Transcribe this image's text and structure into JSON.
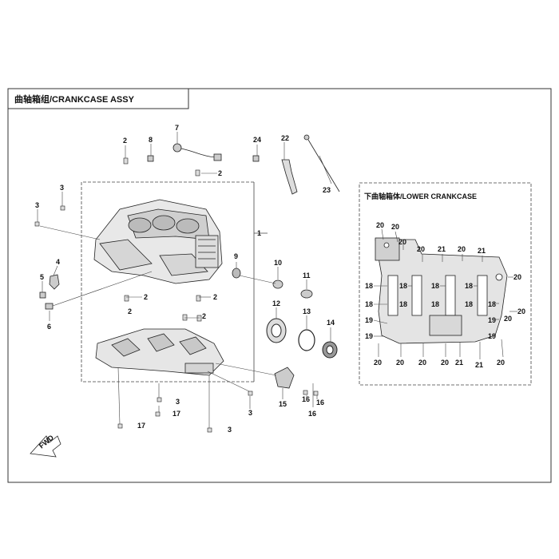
{
  "title": "曲轴箱组/CRANKCASE ASSY",
  "inset_title": "下曲轴箱体/LOWER CRANKCASE",
  "fwd_label": "FWD",
  "callouts": {
    "c1": "1",
    "c2a": "2",
    "c2b": "2",
    "c2c": "2",
    "c2d": "2",
    "c2e": "2",
    "c2f": "2",
    "c3a": "3",
    "c3b": "3",
    "c3c": "3",
    "c3d": "3",
    "c3e": "3",
    "c4": "4",
    "c5": "5",
    "c6": "6",
    "c7": "7",
    "c8": "8",
    "c9": "9",
    "c10": "10",
    "c11": "11",
    "c12": "12",
    "c13": "13",
    "c14": "14",
    "c15": "15",
    "c16a": "16",
    "c16b": "16",
    "c16c": "16",
    "c17a": "17",
    "c17b": "17",
    "c22": "22",
    "c23": "23",
    "c24": "24"
  },
  "inset_callouts": {
    "i20a": "20",
    "i20b": "20",
    "i20c": "20",
    "i20d": "20",
    "i20e": "20",
    "i20f": "20",
    "i20g": "20",
    "i20h": "20",
    "i20i": "20",
    "i20j": "20",
    "i20k": "20",
    "i20l": "20",
    "i20m": "20",
    "i21a": "21",
    "i21b": "21",
    "i21c": "21",
    "i21d": "21",
    "i18a": "18",
    "i18b": "18",
    "i18c": "18",
    "i18d": "18",
    "i18e": "18",
    "i18f": "18",
    "i18g": "18",
    "i18h": "18",
    "i18i": "18",
    "i19a": "19",
    "i19b": "19",
    "i19c": "19",
    "i19d": "19"
  }
}
